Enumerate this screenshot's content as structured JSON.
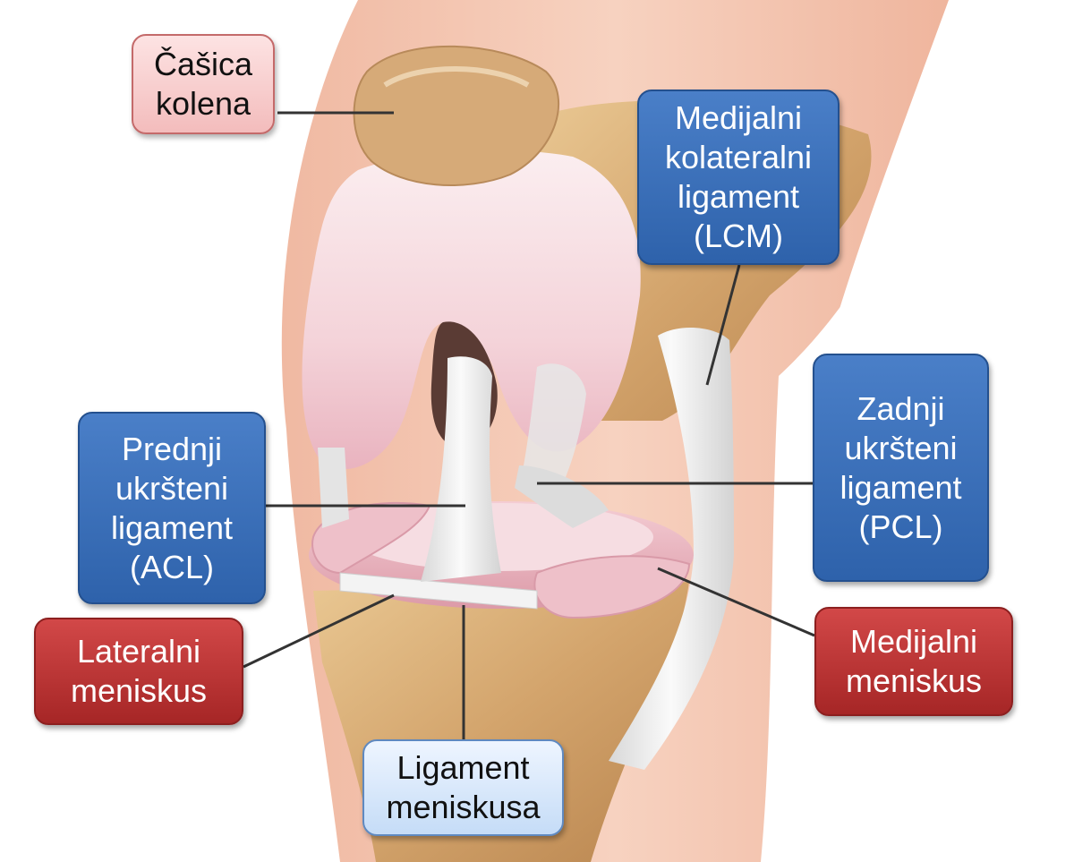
{
  "labels": {
    "casica_kolena": "Čašica\nkolena",
    "lcm": "Medijalni\nkolateralni\nligament\n(LCM)",
    "acl": "Prednji\nukršteni\nligament\n(ACL)",
    "pcl": "Zadnji\nukršteni\nligament\n(PCL)",
    "lateralni_meniskus": "Lateralni\nmeniskus",
    "medijalni_meniskus": "Medijalni\nmeniskus",
    "ligament_meniskusa": "Ligament\nmeniskusa"
  },
  "colors": {
    "label_blue": "#2e62ab",
    "label_red": "#a62626",
    "label_pink": "#f3bcbc",
    "label_lightblue": "#c5dcf7",
    "skin": "#f3c2ab",
    "bone": "#d9b07a",
    "cartilage": "#f6d6db",
    "ligament": "#eeeeee"
  }
}
